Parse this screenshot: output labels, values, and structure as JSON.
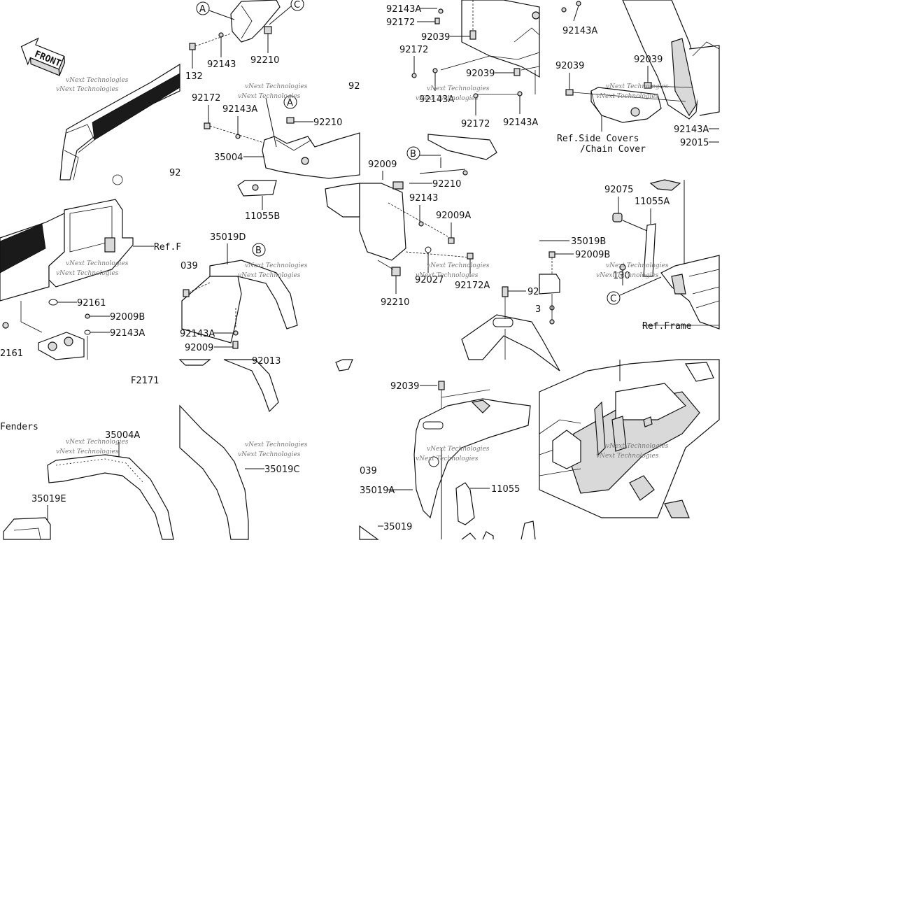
{
  "watermark": "vNext Technologies",
  "front_arrow": "FRONT",
  "figure_id": "F2171",
  "refs": {
    "ref_f": "Ref.F",
    "side_covers_1": "Ref.Side Covers",
    "side_covers_2": "/Chain Cover",
    "ref_frame": "Ref.Frame",
    "fenders": "Fenders"
  },
  "callouts": {
    "a": "A",
    "b": "B",
    "c": "C"
  },
  "labels": {
    "l_132": "132",
    "l_92143_t1": "92143",
    "l_92210_t1": "92210",
    "l_92_t1": "92",
    "l_92172_t2": "92172",
    "l_92143A_t2": "92143A",
    "l_92210_t2": "92210",
    "l_35004_t2": "35004",
    "l_11055B_t2": "11055B",
    "l_92_t2": "92",
    "l_92143A_t3a": "92143A",
    "l_92172_t3a": "92172",
    "l_92039_t3a": "92039",
    "l_92172_t3b": "92172",
    "l_92039_t3b": "92039",
    "l_92143A_t3c": "92143A",
    "l_92172_t3c": "92172",
    "l_92143A_t3d": "92143A",
    "l_92143A_t4a": "92143A",
    "l_92039_t4a": "92039",
    "l_92039_t4b": "92039",
    "l_92143A_t4b": "92143A",
    "l_92015_t4": "92015",
    "l_92161_t5a": "92161",
    "l_92009B_t5": "92009B",
    "l_92143A_t5": "92143A",
    "l_2161_t5": "2161",
    "l_35019D": "35019D",
    "l_039_t6": "039",
    "l_92143A_t6": "92143A",
    "l_92009_t6": "92009",
    "l_92009_t7": "92009",
    "l_92210_t7a": "92210",
    "l_92143_t7": "92143",
    "l_92009A_t7": "92009A",
    "l_92027_t7": "92027",
    "l_92172A_t7": "92172A",
    "l_92210_t7b": "92210",
    "l_92_t7": "92",
    "l_3_t7": "3",
    "l_35019B": "35019B",
    "l_92009B_t8": "92009B",
    "l_92075": "92075",
    "l_11055A": "11055A",
    "l_130": "130",
    "l_35004A": "35004A",
    "l_35019E": "35019E",
    "l_35019C": "35019C",
    "l_92039_t11": "92039",
    "l_039_t11": "039",
    "l_35019A": "35019A",
    "l_11055": "11055",
    "l_35019": "35019",
    "l_92013": "92013"
  },
  "colors": {
    "ink": "#111111",
    "paper": "#ffffff",
    "watermark": "#777777"
  }
}
